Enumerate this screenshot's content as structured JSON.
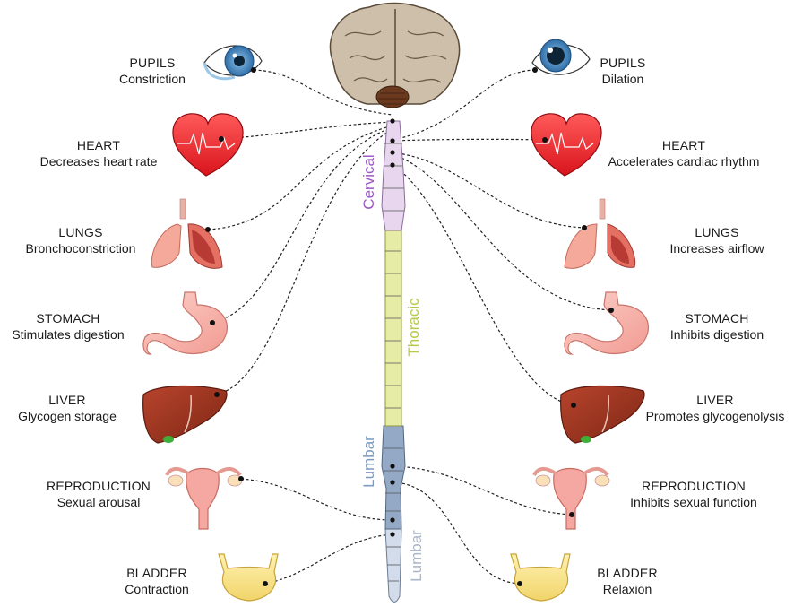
{
  "left": [
    {
      "title": "PUPILS",
      "effect": "Constriction"
    },
    {
      "title": "HEART",
      "effect": "Decreases heart rate"
    },
    {
      "title": "LUNGS",
      "effect": "Bronchoconstriction"
    },
    {
      "title": "STOMACH",
      "effect": "Stimulates digestion"
    },
    {
      "title": "LIVER",
      "effect": "Glycogen storage"
    },
    {
      "title": "REPRODUCTION",
      "effect": "Sexual arousal"
    },
    {
      "title": "BLADDER",
      "effect": "Contraction"
    }
  ],
  "right": [
    {
      "title": "PUPILS",
      "effect": "Dilation"
    },
    {
      "title": "HEART",
      "effect": "Accelerates cardiac rhythm"
    },
    {
      "title": "LUNGS",
      "effect": "Increases airflow"
    },
    {
      "title": "STOMACH",
      "effect": "Inhibits digestion"
    },
    {
      "title": "LIVER",
      "effect": "Promotes glycogenolysis"
    },
    {
      "title": "REPRODUCTION",
      "effect": "Inhibits sexual function"
    },
    {
      "title": "BLADDER",
      "effect": "Relaxion"
    }
  ],
  "spine": {
    "cervical": "Cervical",
    "thoracic": "Thoracic",
    "lumbar_upper": "Lumbar",
    "lumbar_lower": "Lumbar"
  },
  "colors": {
    "cervical": "#9b59c6",
    "thoracic": "#b8c94a",
    "lumbar": "#7d9bbf",
    "sacral": "#aab6c9"
  }
}
